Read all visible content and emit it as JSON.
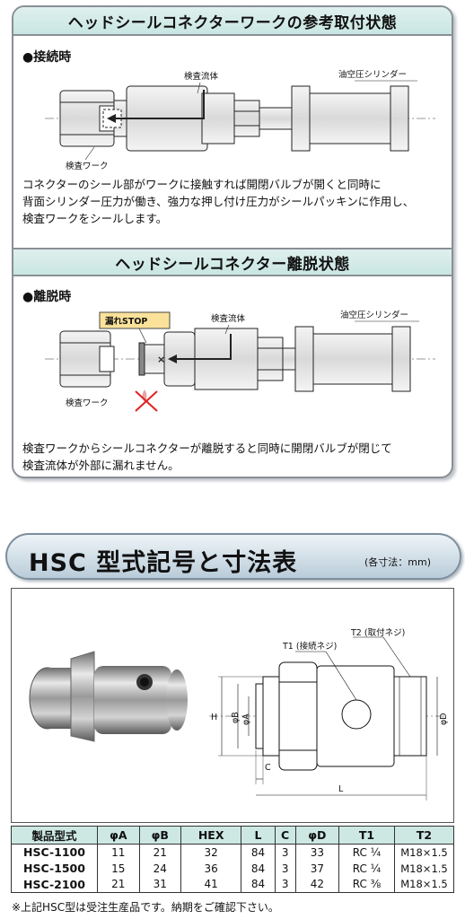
{
  "section1": {
    "title": "ヘッドシールコネクターワークの参考取付状態",
    "bullet": "●接続時",
    "labels": {
      "fluid": "検査流体",
      "cylinder": "油空圧シリンダー",
      "work": "検査ワーク"
    },
    "description": "コネクターのシール部がワークに接触すれば開閉バルブが開くと同時に\n背面シリンダー圧力が働き、強力な押し付け圧力がシールパッキンに作用し、\n検査ワークをシールします。"
  },
  "section2": {
    "title": "ヘッドシールコネクター離脱状態",
    "bullet": "●離脱時",
    "labels": {
      "leak_stop": "漏れSTOP",
      "fluid": "検査流体",
      "cylinder": "油空圧シリンダー",
      "work": "検査ワーク"
    },
    "description": "検査ワークからシールコネクターが離脱すると同時に開閉バルブが閉じて\n検査流体が外部に漏れません。"
  },
  "spec": {
    "title": "HSC 型式記号と寸法表",
    "unit_note": "(各寸法：mm)",
    "drawing_labels": {
      "t1": "T1 (接続ネジ)",
      "t2": "T2 (取付ネジ)",
      "h": "H",
      "b": "φB",
      "a": "φA",
      "d": "φD",
      "c": "C",
      "l": "L"
    },
    "columns": [
      "製品型式",
      "φA",
      "φB",
      "HEX",
      "L",
      "C",
      "φD",
      "T1",
      "T2"
    ],
    "rows": [
      [
        "HSC-1100",
        "11",
        "21",
        "32",
        "84",
        "3",
        "33",
        "RC ¼",
        "M18×1.5"
      ],
      [
        "HSC-1500",
        "15",
        "24",
        "36",
        "84",
        "3",
        "37",
        "RC ¼",
        "M18×1.5"
      ],
      [
        "HSC-2100",
        "21",
        "31",
        "41",
        "84",
        "3",
        "42",
        "RC ⅜",
        "M18×1.5"
      ]
    ],
    "note": "※上記HSC型は受注生産品です。納期をご確認下さい。"
  }
}
